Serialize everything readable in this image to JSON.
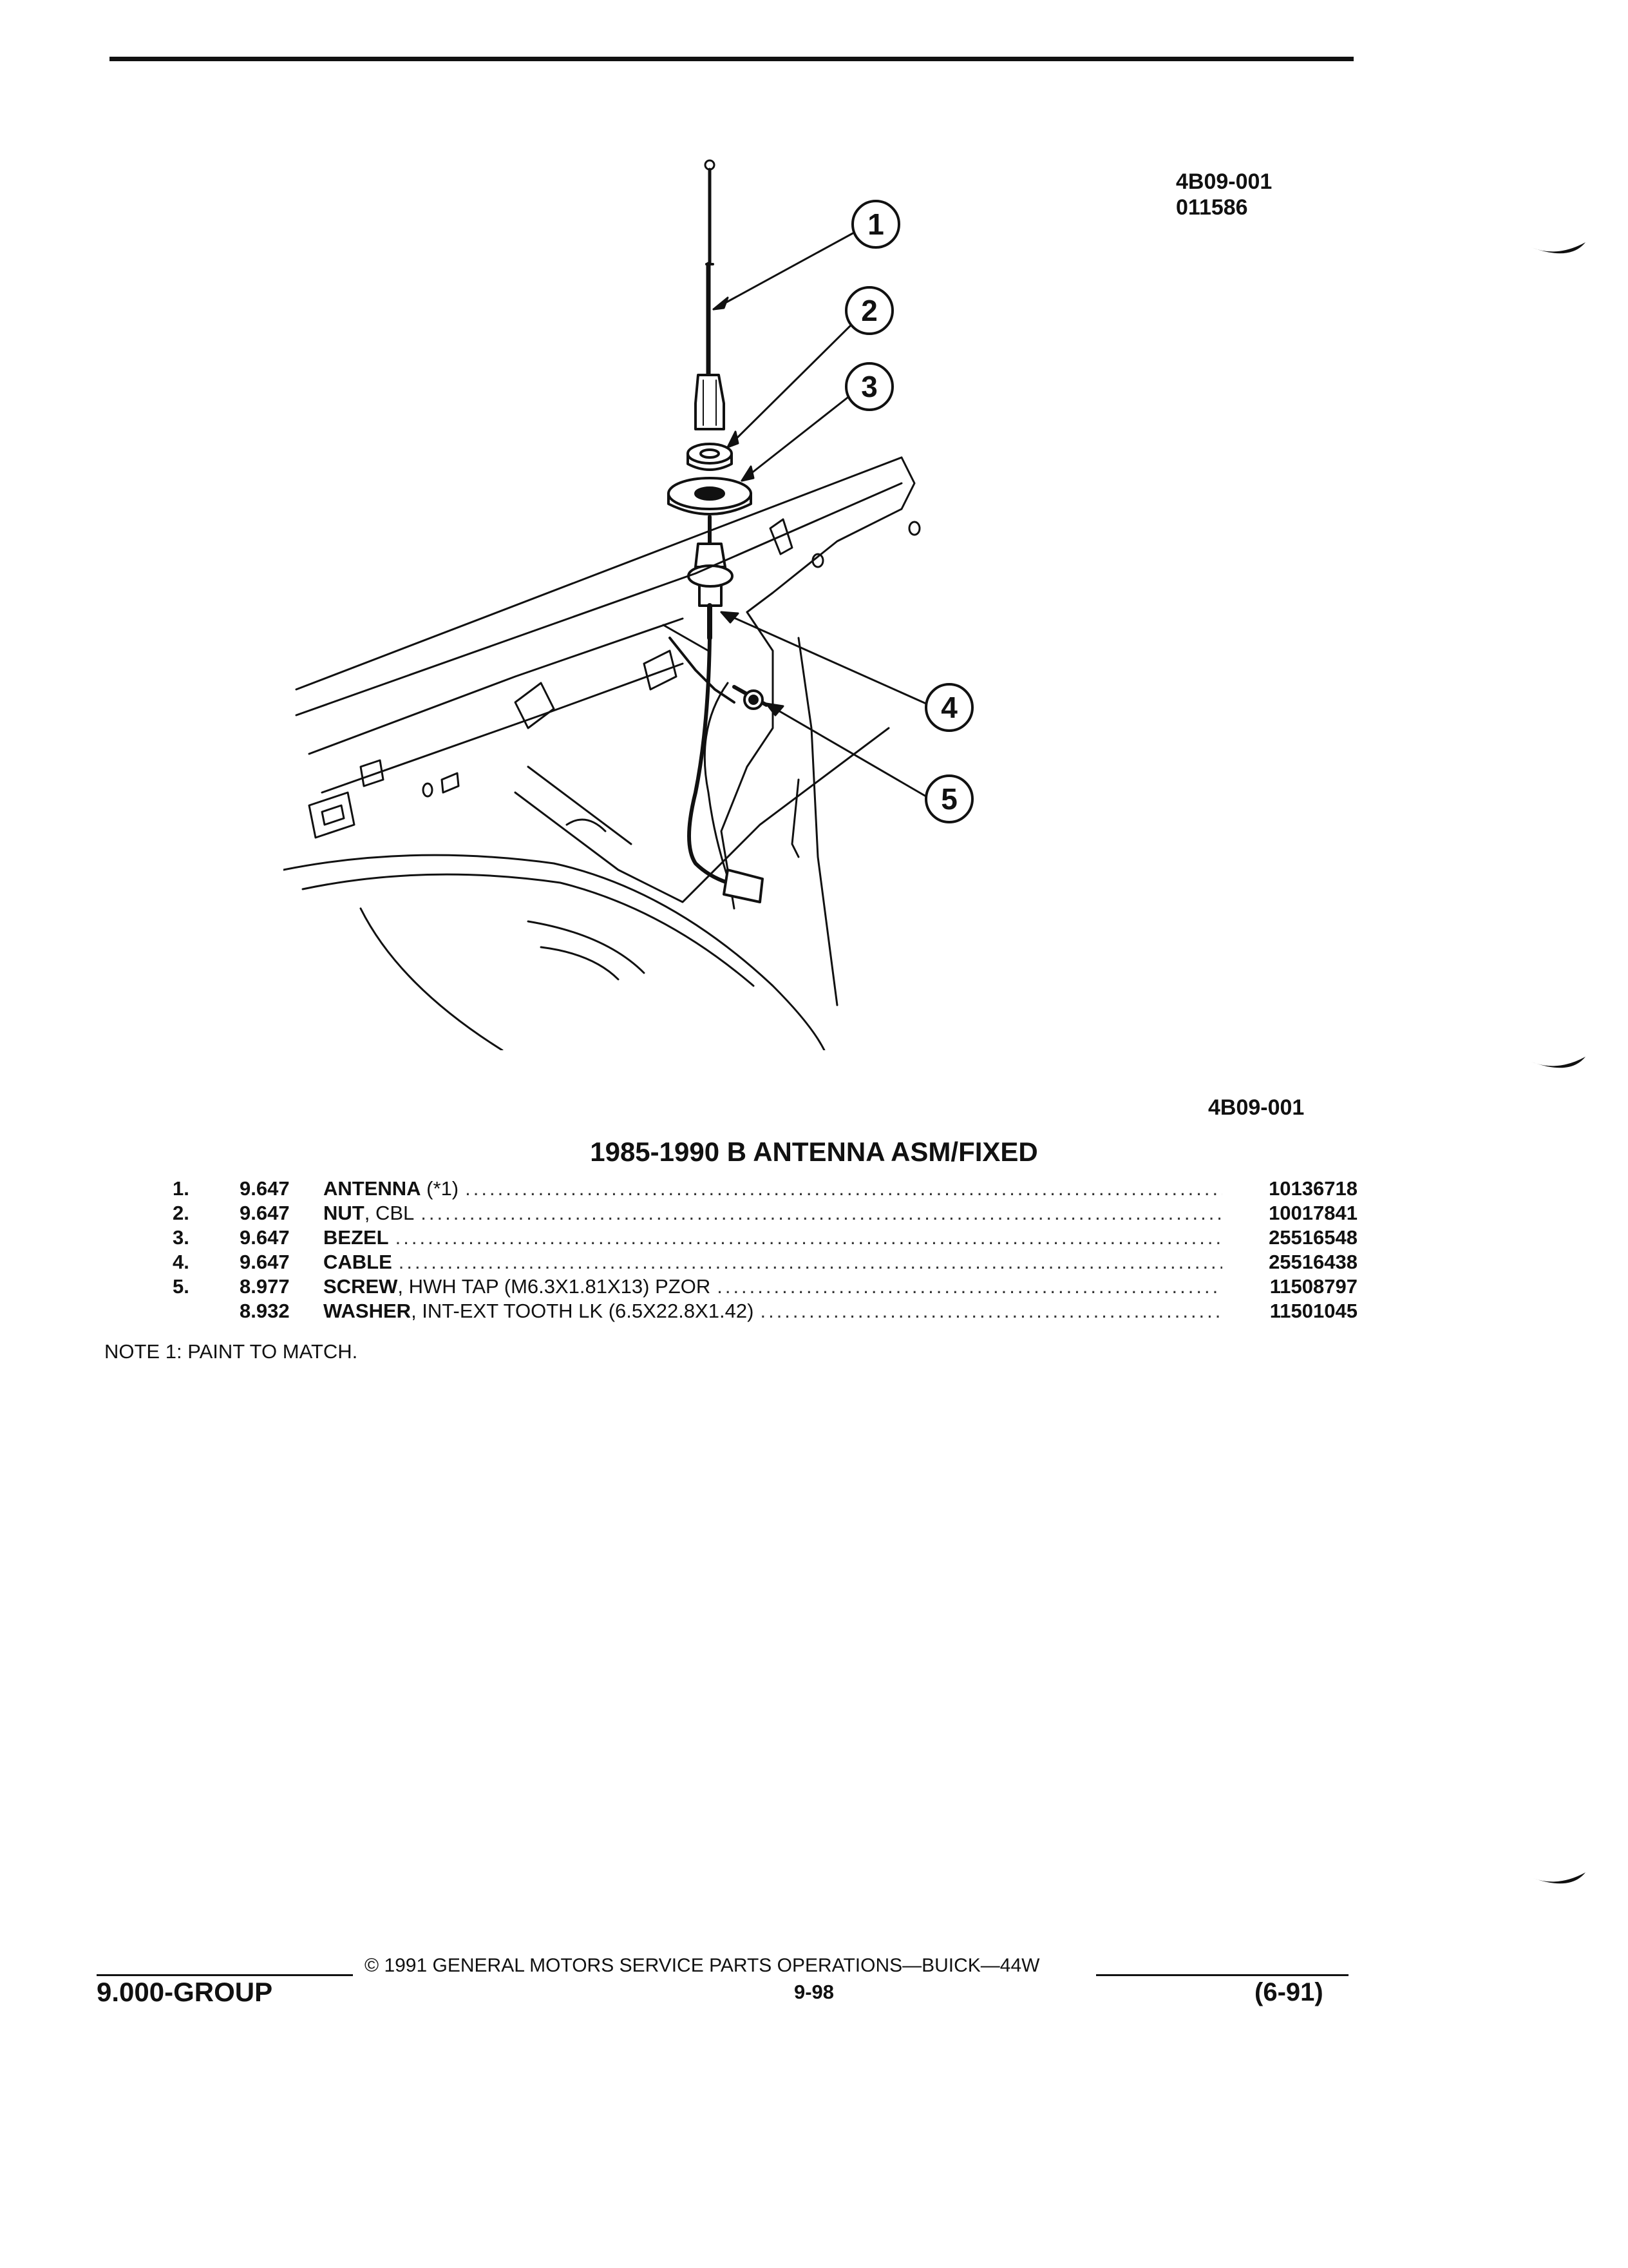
{
  "header": {
    "ref_code": "4B09-001",
    "ref_date": "011586"
  },
  "figure": {
    "callouts": [
      "1",
      "2",
      "3",
      "4",
      "5"
    ],
    "code": "4B09-001"
  },
  "section": {
    "title": "1985-1990 B ANTENNA ASM/FIXED"
  },
  "parts": [
    {
      "num": "1.",
      "group": "9.647",
      "name": "ANTENNA",
      "detail": " (*1)",
      "part_no": "10136718"
    },
    {
      "num": "2.",
      "group": "9.647",
      "name": "NUT",
      "detail": ", CBL",
      "part_no": "10017841"
    },
    {
      "num": "3.",
      "group": "9.647",
      "name": "BEZEL",
      "detail": "",
      "part_no": "25516548"
    },
    {
      "num": "4.",
      "group": "9.647",
      "name": "CABLE",
      "detail": "",
      "part_no": "25516438"
    },
    {
      "num": "5.",
      "group": "8.977",
      "name": "SCREW",
      "detail": ", HWH TAP (M6.3X1.81X13) PZOR",
      "part_no": "11508797"
    },
    {
      "num": "",
      "group": "8.932",
      "name": "WASHER",
      "detail": ", INT-EXT TOOTH LK (6.5X22.8X1.42)",
      "part_no": "11501045"
    }
  ],
  "note": "NOTE  1:  PAINT TO MATCH.",
  "footer": {
    "copyright": "©  1991  GENERAL MOTORS SERVICE PARTS OPERATIONS—BUICK—44W",
    "group": "9.000-GROUP",
    "page": "9-98",
    "revision": "(6-91)"
  }
}
